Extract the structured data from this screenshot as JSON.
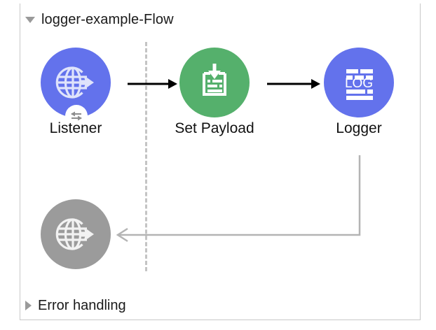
{
  "window": {
    "accent_color": "#4a90d9",
    "background": "#ffffff",
    "border_color": "#c8c8c8"
  },
  "flow": {
    "title": "logger-example-Flow",
    "expanded": true,
    "toggle_icon": "triangle-down-icon",
    "error_handling": {
      "label": "Error handling",
      "expanded": false,
      "toggle_icon": "triangle-right-icon"
    }
  },
  "nodes": [
    {
      "id": "listener",
      "label": "Listener",
      "color": "#6372ec",
      "icon": "globe-arrow-icon",
      "badge_icon": "request-response-icon",
      "badge": true
    },
    {
      "id": "set-payload",
      "label": "Set Payload",
      "color": "#55b06c",
      "icon": "set-payload-icon",
      "badge": false
    },
    {
      "id": "logger",
      "label": "Logger",
      "color": "#6372ec",
      "icon": "log-icon",
      "icon_text": "LOG",
      "badge": false
    },
    {
      "id": "error-response",
      "label": "",
      "color": "#9b9b9b",
      "icon": "globe-arrow-icon",
      "badge": false
    }
  ],
  "connectors": [
    {
      "id": "listener-to-setpayload",
      "style": "solid-black",
      "direction": "right"
    },
    {
      "id": "setpayload-to-logger",
      "style": "solid-black",
      "direction": "right"
    },
    {
      "id": "logger-to-error-response",
      "style": "solid-gray",
      "direction": "left"
    }
  ],
  "separator": {
    "id": "flow-source-divider",
    "style": "dashed",
    "color": "#c4c4c4"
  }
}
